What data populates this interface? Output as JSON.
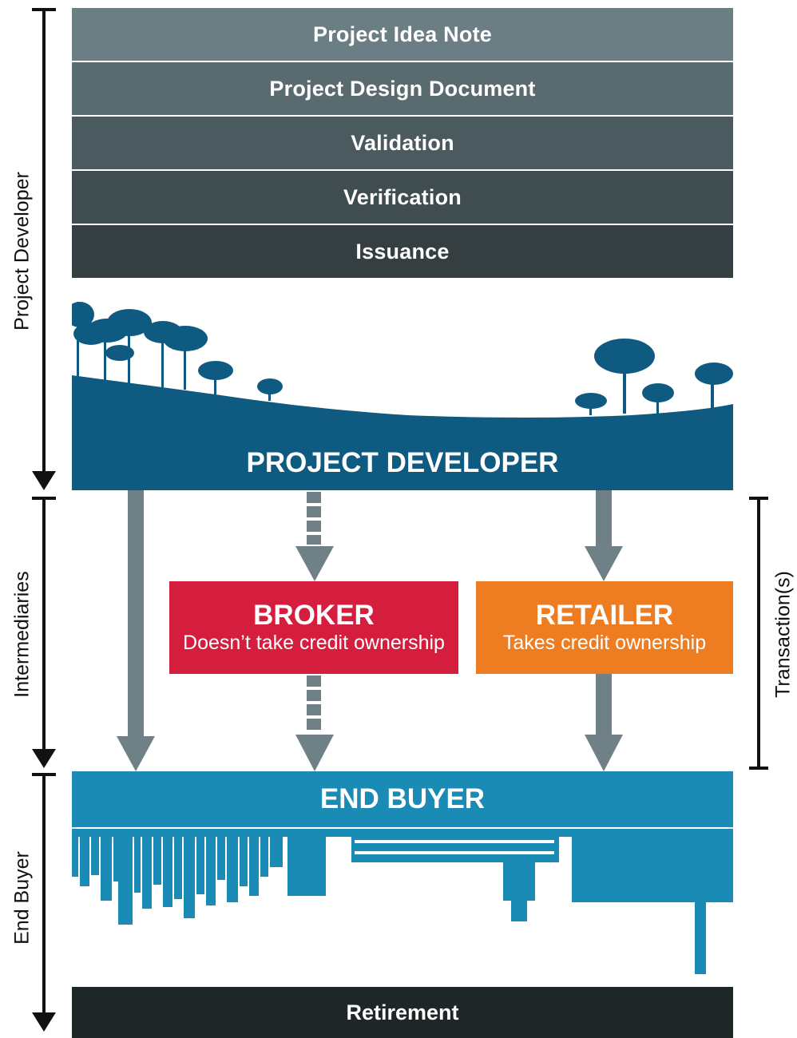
{
  "stages": [
    "Project Idea Note",
    "Project Design Document",
    "Validation",
    "Verification",
    "Issuance"
  ],
  "project_developer_label": "PROJECT DEVELOPER",
  "broker": {
    "title": "BROKER",
    "subtitle": "Doesn’t take credit ownership"
  },
  "retailer": {
    "title": "RETAILER",
    "subtitle": "Takes credit ownership"
  },
  "end_buyer_label": "END BUYER",
  "retirement_label": "Retirement",
  "left_axis": {
    "project_developer": "Project Developer",
    "intermediaries": "Intermediaries",
    "end_buyer": "End Buyer"
  },
  "right_axis": {
    "transactions": "Transaction(s)"
  },
  "colors": {
    "stage_1": "#6a7e83",
    "stage_2": "#5a6b70",
    "stage_3": "#4b5a5f",
    "stage_4": "#3f4c50",
    "stage_5": "#353f42",
    "project_developer": "#0f5a80",
    "broker": "#d51e3d",
    "retailer": "#ee7d22",
    "end_buyer": "#1a8bb5",
    "retirement": "#1e2627",
    "arrow": "#6f8086"
  }
}
